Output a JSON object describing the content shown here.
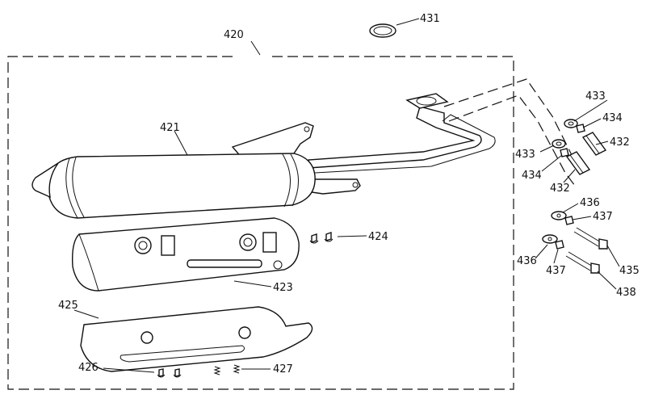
{
  "labels": {
    "p420": "420",
    "p421": "421",
    "p423": "423",
    "p424": "424",
    "p425": "425",
    "p426": "426",
    "p427": "427",
    "p431": "431",
    "p432a": "432",
    "p432b": "432",
    "p433a": "433",
    "p433b": "433",
    "p434a": "434",
    "p434b": "434",
    "p435": "435",
    "p436a": "436",
    "p436b": "436",
    "p437a": "437",
    "p437b": "437",
    "p438": "438"
  }
}
